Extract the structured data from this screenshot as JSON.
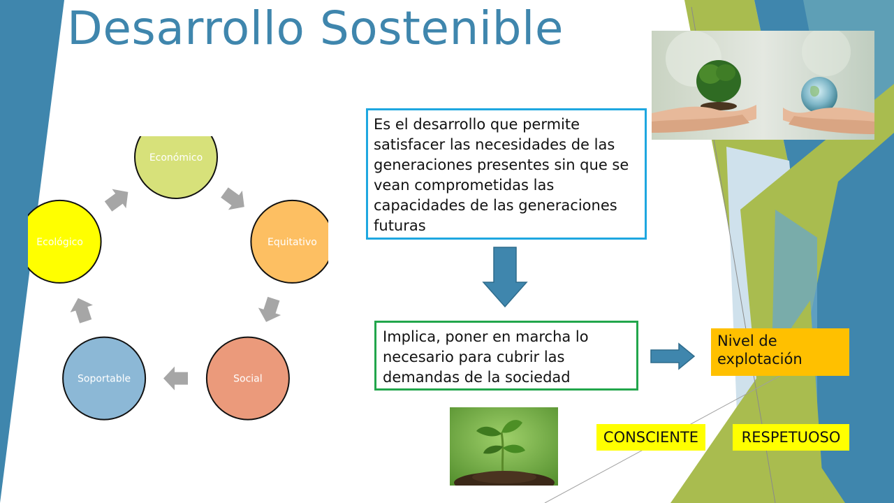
{
  "title": "Desarrollo Sostenible",
  "definition": "Es el desarrollo que permite satisfacer las necesidades de las generaciones presentes sin que se vean comprometidas las capacidades de las generaciones futuras",
  "implication": "Implica, poner en marcha lo necesario para cubrir las demandas de la sociedad",
  "level": "Nivel de explotación",
  "qualities": [
    "CONSCIENTE",
    "RESPETUOSO"
  ],
  "cycle": {
    "nodes": [
      {
        "label": "Económico",
        "color": "#d7e17a"
      },
      {
        "label": "Equitativo",
        "color": "#fdbf62"
      },
      {
        "label": "Social",
        "color": "#eb9a7b"
      },
      {
        "label": "Soportable",
        "color": "#8cb8d6"
      },
      {
        "label": "Ecológico",
        "color": "#ffff00"
      }
    ],
    "arrow_color": "#a6a6a6"
  },
  "images": {
    "hands": "hands-holding-tree-and-globe-photo",
    "plant": "seedling-in-soil-photo"
  },
  "colors": {
    "title": "#3f86ad",
    "definition_border": "#1ea7e0",
    "implication_border": "#22a64b",
    "arrow": "#3f86ad",
    "level_bg": "#ffc000",
    "chip_bg": "#ffff00"
  }
}
